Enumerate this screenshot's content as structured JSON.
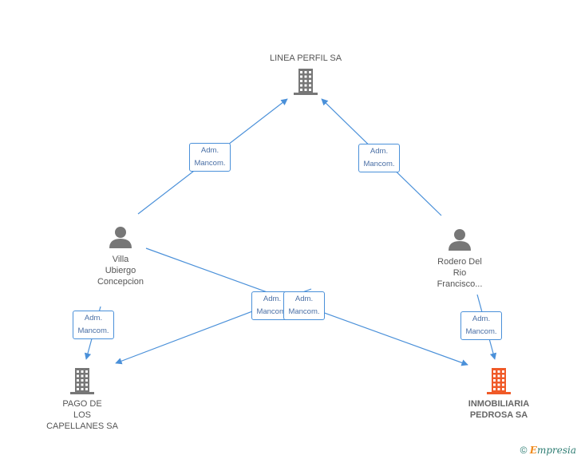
{
  "colors": {
    "edge": "#4a90d9",
    "company": "#777777",
    "target": "#f05a28",
    "person": "#777777"
  },
  "nodes": {
    "linea": {
      "lines": [
        "LINEA PERFIL SA"
      ],
      "icon": "building-icon"
    },
    "villa": {
      "lines": [
        "Villa",
        "Ubiergo",
        "Concepcion"
      ],
      "icon": "person-icon"
    },
    "rodero": {
      "lines": [
        "Rodero Del",
        "Rio",
        "Francisco..."
      ],
      "icon": "person-icon"
    },
    "pago": {
      "lines": [
        "PAGO DE",
        "LOS",
        "CAPELLANES SA"
      ],
      "icon": "building-icon"
    },
    "inmobiliaria": {
      "lines": [
        "INMOBILIARIA",
        "PEDROSA SA"
      ],
      "icon": "building-icon"
    }
  },
  "edges": [
    {
      "from": "villa",
      "to": "linea",
      "label": [
        "Adm.",
        "Mancom."
      ]
    },
    {
      "from": "rodero",
      "to": "linea",
      "label": [
        "Adm.",
        "Mancom."
      ]
    },
    {
      "from": "villa",
      "to": "pago",
      "label": [
        "Adm.",
        "Mancom."
      ]
    },
    {
      "from": "rodero",
      "to": "inmobiliaria",
      "label": [
        "Adm.",
        "Mancom."
      ]
    },
    {
      "from": "villa",
      "to": "inmobiliaria",
      "label": [
        "Adm.",
        "Mancom."
      ]
    },
    {
      "from": "rodero",
      "to": "pago",
      "label": [
        "Adm.",
        "Mancom."
      ]
    }
  ],
  "footer": {
    "copyright": "©",
    "brand_first": "E",
    "brand_rest": "mpresia"
  }
}
